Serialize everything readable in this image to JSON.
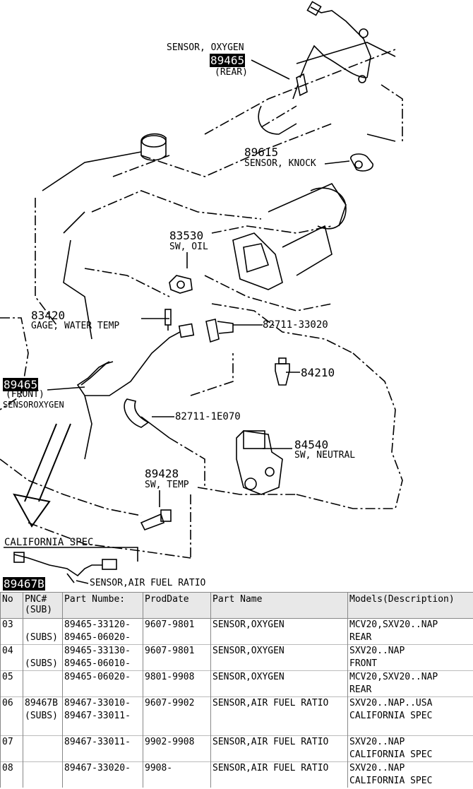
{
  "callouts": {
    "o2_rear_name": "SENSOR, OXYGEN",
    "o2_rear_pnc": "89465",
    "o2_rear_note": "(REAR)",
    "knock_pnc": "89615",
    "knock_name": "SENSOR, KNOCK",
    "oil_pnc": "83530",
    "oil_name": "SW, OIL",
    "water_pnc": "83420",
    "water_name": "GAGE, WATER TEMP",
    "clamp1_pnc": "82711-33020",
    "front_pnc": "89465",
    "front_note": "(FRONT)",
    "front_name": "SENSOROXYGEN",
    "p84210": "84210",
    "clamp2_pnc": "82711-1E070",
    "neutral_pnc": "84540",
    "neutral_name": "SW, NEUTRAL",
    "temp_pnc": "89428",
    "temp_name": "SW, TEMP",
    "calif_spec": "CALIFORNIA SPEC",
    "af_pnc": "89467B",
    "af_name": "SENSOR,AIR FUEL RATIO"
  },
  "table": {
    "headers": [
      "No",
      "PNC#\n(SUB)",
      "Part Numbe:",
      "ProdDate",
      "Part Name",
      "Models(Description)"
    ],
    "rows": [
      [
        "03",
        "",
        "89465-33120-",
        "9607-9801",
        "SENSOR,OXYGEN",
        "MCV20,SXV20..NAP"
      ],
      [
        "",
        "(SUBS)",
        "89465-06020-",
        "",
        "",
        "REAR"
      ],
      [
        "04",
        "",
        "89465-33130-",
        "9607-9801",
        "SENSOR,OXYGEN",
        "SXV20..NAP"
      ],
      [
        "",
        "(SUBS)",
        "89465-06010-",
        "",
        "",
        "FRONT"
      ],
      [
        "05",
        "",
        "89465-06020-",
        "9801-9908",
        "SENSOR,OXYGEN",
        "MCV20,SXV20..NAP"
      ],
      [
        "",
        "",
        "",
        "",
        "",
        "REAR"
      ],
      [
        "06",
        "89467B",
        "89467-33010-",
        "9607-9902",
        "SENSOR,AIR FUEL RATIO",
        "SXV20..NAP..USA"
      ],
      [
        "",
        "(SUBS)",
        "89467-33011-",
        "",
        "",
        "CALIFORNIA SPEC"
      ],
      [
        "",
        "",
        "",
        "",
        "",
        ""
      ],
      [
        "07",
        "",
        "89467-33011-",
        "9902-9908",
        "SENSOR,AIR FUEL RATIO",
        "SXV20..NAP"
      ],
      [
        "",
        "",
        "",
        "",
        "",
        "CALIFORNIA SPEC"
      ],
      [
        "08",
        "",
        "89467-33020-",
        "9908-",
        "SENSOR,AIR FUEL RATIO",
        "SXV20..NAP"
      ],
      [
        "",
        "",
        "",
        "",
        "",
        "CALIFORNIA SPEC"
      ]
    ]
  }
}
